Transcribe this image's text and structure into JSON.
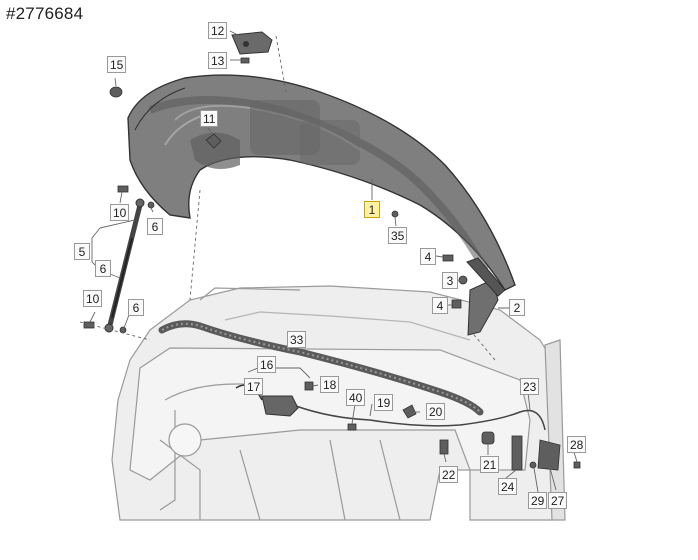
{
  "document_id": "#2776684",
  "callouts": [
    {
      "label": "1",
      "highlighted": true
    },
    {
      "label": "2"
    },
    {
      "label": "3"
    },
    {
      "label": "4"
    },
    {
      "label": "4"
    },
    {
      "label": "5"
    },
    {
      "label": "6"
    },
    {
      "label": "6"
    },
    {
      "label": "6"
    },
    {
      "label": "10"
    },
    {
      "label": "10"
    },
    {
      "label": "11"
    },
    {
      "label": "12"
    },
    {
      "label": "13"
    },
    {
      "label": "15"
    },
    {
      "label": "16"
    },
    {
      "label": "17"
    },
    {
      "label": "18"
    },
    {
      "label": "19"
    },
    {
      "label": "20"
    },
    {
      "label": "21"
    },
    {
      "label": "22"
    },
    {
      "label": "23"
    },
    {
      "label": "24"
    },
    {
      "label": "27"
    },
    {
      "label": "28"
    },
    {
      "label": "29"
    },
    {
      "label": "33"
    },
    {
      "label": "35"
    },
    {
      "label": "40"
    }
  ],
  "colors": {
    "line": "#555555",
    "part_fill": "#7d7d7d",
    "part_dark": "#4a4a4a",
    "body_fill": "#ececec",
    "highlight": "#fff2a6"
  }
}
